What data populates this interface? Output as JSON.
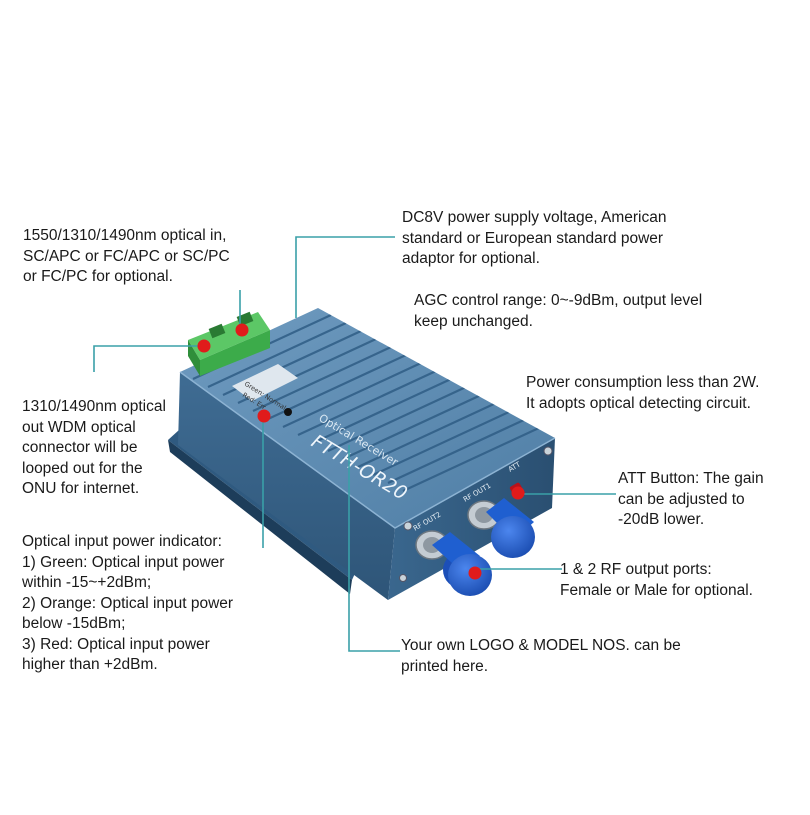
{
  "callouts": {
    "optical_in": [
      "1550/1310/1490nm optical in,",
      "SC/APC or FC/APC or SC/PC",
      "or FC/PC for optional."
    ],
    "power_supply": [
      "DC8V power supply voltage, American",
      "standard or European standard power",
      "adaptor for optional."
    ],
    "agc": [
      "AGC control range: 0~-9dBm, output level",
      "keep unchanged."
    ],
    "power_consumption": [
      "Power consumption less than 2W.",
      "It adopts optical detecting circuit."
    ],
    "wdm_out": [
      "1310/1490nm optical",
      "out WDM optical",
      "connector will be",
      "looped out for the",
      "ONU for internet."
    ],
    "att_button": [
      "ATT Button: The gain",
      "can be adjusted to",
      "-20dB lower."
    ],
    "input_indicator": [
      "Optical input power indicator:",
      "1) Green: Optical input power",
      "within -15~+2dBm;",
      "2) Orange: Optical input power",
      "below -15dBm;",
      "3) Red: Optical input power",
      "higher than +2dBm."
    ],
    "rf_ports": [
      "1 & 2 RF output ports:",
      "Female or Male for optional."
    ],
    "logo": [
      "Your own LOGO & MODEL NOS. can be",
      "printed here."
    ]
  },
  "device": {
    "label_product": "Optical Receiver",
    "label_model": "FTTH-OR20",
    "label_led_1": "Green: Normal",
    "label_led_2": "Red: Err",
    "label_rf1": "RF OUT1",
    "label_rf2": "RF OUT2",
    "label_att": "ATT"
  },
  "colors": {
    "leader_line": "#3aa0a8",
    "marker_red": "#e01b1b",
    "body_blue": "#4e7fa6",
    "connector_blue": "#1f5fd0",
    "terminal_green": "#3cab4a"
  }
}
